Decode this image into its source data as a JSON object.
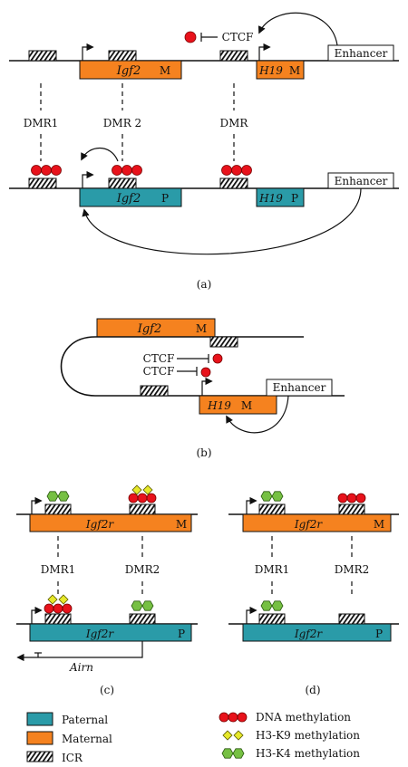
{
  "panel_a": {
    "top": {
      "ctcf": "CTCF",
      "enhancer": "Enhancer",
      "igf2": "Igf2",
      "igf2_tag": "M",
      "h19": "H19",
      "h19_tag": "M"
    },
    "dmr1": "DMR1",
    "dmr2": "DMR 2",
    "dmr": "DMR",
    "bottom": {
      "enhancer": "Enhancer",
      "igf2": "Igf2",
      "igf2_tag": "P",
      "h19": "H19",
      "h19_tag": "P"
    },
    "caption": "(a)"
  },
  "panel_b": {
    "igf2": "Igf2",
    "igf2_tag": "M",
    "ctcf1": "CTCF",
    "ctcf2": "CTCF",
    "enhancer": "Enhancer",
    "h19": "H19",
    "h19_tag": "M",
    "caption": "(b)"
  },
  "panel_c": {
    "top_gene": "Igf2r",
    "top_tag": "M",
    "dmr1": "DMR1",
    "dmr2": "DMR2",
    "bottom_gene": "Igf2r",
    "bottom_tag": "P",
    "airn": "Airn",
    "caption": "(c)"
  },
  "panel_d": {
    "top_gene": "Igf2r",
    "top_tag": "M",
    "dmr1": "DMR1",
    "dmr2": "DMR2",
    "bottom_gene": "Igf2r",
    "bottom_tag": "P",
    "caption": "(d)"
  },
  "legend": {
    "paternal": "Paternal",
    "maternal": "Maternal",
    "icr": "ICR",
    "dna_methylation": "DNA methylation",
    "h3k9": "H3-K9 methylation",
    "h3k4": "H3-K4 methylation"
  },
  "colors": {
    "maternal": "#F5821F",
    "paternal": "#2A9BA8",
    "dna_methylation": "#E8121B",
    "h3k9": "#E6E82A",
    "h3k4": "#76C043"
  },
  "icons": {
    "dna_methylation": "red-circle-cluster",
    "h3k9": "yellow-diamond-pair",
    "h3k4": "green-hexagon-pair",
    "icr": "hatched-box",
    "promoter": "bent-arrow",
    "repression": "bar-headed-line"
  }
}
